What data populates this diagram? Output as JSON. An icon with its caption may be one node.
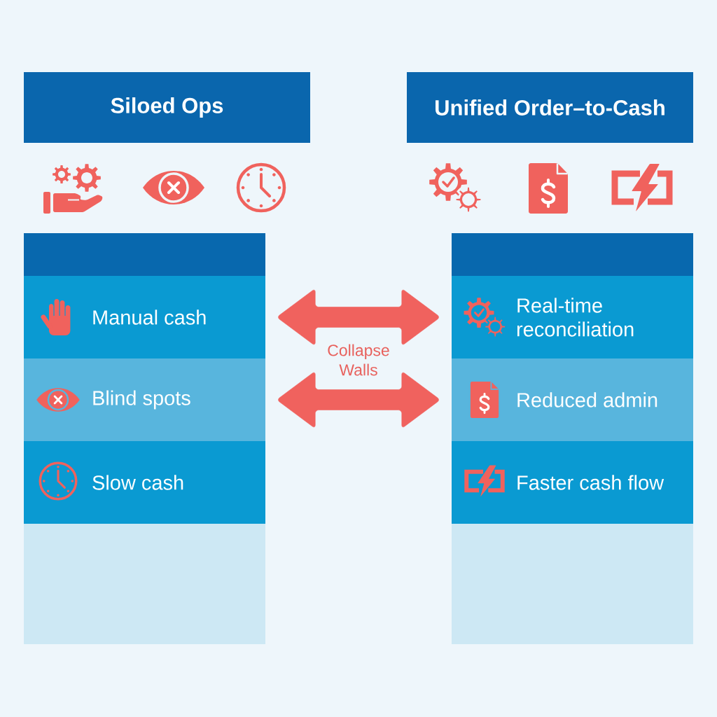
{
  "diagram": {
    "nodes": [
      {
        "text": [
          "Siloed Ops"
        ]
      },
      {
        "text": [
          "Unified Order–to-Cash"
        ]
      },
      {
        "text": [],
        "shape": "box"
      },
      {
        "text": [
          "Manual cash"
        ],
        "in": 2
      },
      {
        "text": [
          "Blind spots"
        ],
        "in": 2
      },
      {
        "text": [
          "Slow cash"
        ],
        "in": 2
      },
      {
        "text": [],
        "shape": "box"
      },
      {
        "text": [
          "Real-time reconciliation"
        ],
        "in": 6
      },
      {
        "text": [
          "Reduced admin"
        ],
        "in": 6
      },
      {
        "text": [
          "Faster cash flow"
        ],
        "in": 6
      }
    ],
    "edges": [
      {
        "from": 3,
        "to": 7,
        "arrow": "both"
      },
      {
        "from": 4,
        "to": 8,
        "arrow": "both"
      }
    ],
    "labels": [
      "Collapse Walls"
    ]
  }
}
